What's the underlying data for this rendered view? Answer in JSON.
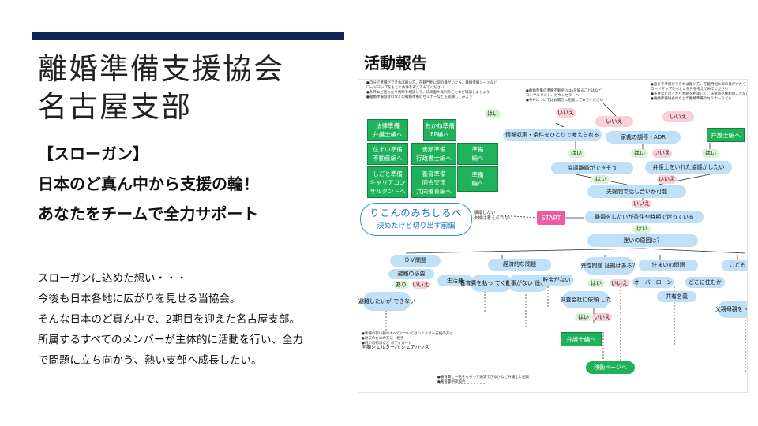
{
  "header": {
    "title_line1": "離婚準備支援協会",
    "title_line2": "名古屋支部"
  },
  "slogan": {
    "label": "【スローガン】",
    "line1": "日本のど真ん中から支援の輪！",
    "line2": "あなたをチームで全力サポート"
  },
  "message": {
    "lines": [
      "スローガンに込めた想い・・・",
      "今後も日本各地に広がりを見せる当協会。",
      "そんな日本のど真ん中で、2期目を迎えた名古屋支部。",
      "所属するすべてのメンバーが主体的に活動を行い、全力",
      "で問題に立ち向かう、熱い支部へ成長したい。"
    ]
  },
  "report": {
    "heading": "活動報告"
  },
  "flowchart": {
    "green_boxes": [
      "法律準備\n弁護士編へ",
      "おかね準備\nFP編へ",
      "住まい準備\n不動産編へ",
      "書類準備\n行政書士編へ",
      "準備\n編へ",
      "しごと準備\nキャリアコン\nサルタントへ",
      "養育準備\n面会交流\n共同養育編へ",
      "準備\n編へ"
    ],
    "title_main": "りこんのみちしるべ",
    "title_sub": "決めたけど切り出す前編",
    "start_label": "START",
    "start_note": "離婚したい\n夫婦は考えられない",
    "nodes": {
      "info": "情報収集・条件をひとりで考えられる",
      "mediation": "家裁の調停・ADR",
      "lawyer_top": "弁護士編へ",
      "agreement": "協議離婚ができそう",
      "lawyer_help": "弁護士をいれた協議がしたい",
      "couple_talk": "夫婦間で話し合いが可能",
      "decided": "離婚をしたいが条件や時期で迷っている",
      "concern": "迷いの原因は？",
      "dv": "ＤＶ問題",
      "economic": "経済的な問題",
      "infidelity": "異性問題\n証拠はある？",
      "housing": "住まいの問題",
      "children": "こども",
      "evacuate": "避難の必要",
      "cannot_leave": "避難したいが\nできない",
      "living_cost": "生活費",
      "child_support": "養育費を払っ\nてくれるか",
      "no_job": "仕事がない\n低収入",
      "no_savings": "貯金がない",
      "investigate": "調査会社に依頼\nした",
      "lawyer_bottom": "弁護士編へ",
      "continue": "移動ページへ",
      "overloan": "オーバーローン",
      "where_live": "どこに住むか",
      "shared_name": "共有名義",
      "parental": "父親母親を\nくな"
    },
    "yes": "はい",
    "no": "いいえ",
    "aru": "あり",
    "nashi": "いいえ",
    "note_left": "同期シェルター/ヤシェアハウス",
    "tiny_notes": [
      "●自分で準備ができれば離い方、在籍門相に抑の番がいたら、離婚準備シートなど\nロードマップをもとに条件を考えてみてください\n●条件など迷ったり判断を相談して、法律面や権利のことなど確認しましょう\n●離婚準備協会のなどの離婚準備のセミナーなども受講してみよう",
      "●離婚準備の準備不動産 hidaを偏ることはなど、\nコンサルタント、カウンセラーへ\n●条件についてはお開きに相談してみてください",
      "●自分で準備ができれば離い方、在籍門相に抑の番がいたら\nロードマップをもとに条件を考えてみてください\n●条件など迷ったり判断を相談して、法律面や権利のことなど\n●離婚準備協会のなどの離婚準備のセミナーなども",
      "●準備の新い勝のすべてについてはシェルター支援の方は\n●退去のための方法・相手\n●例い退物法など ボディガード",
      "●養育費と一括をもらって通常できるかなど弁護士に相談\n●養育費相談場合"
    ]
  },
  "colors": {
    "accent": "#0f2456",
    "green_box": "#1fb25a",
    "blue_node": "#bfe0f7",
    "pink_node": "#f9d0d8",
    "start": "#ef5aa4"
  }
}
